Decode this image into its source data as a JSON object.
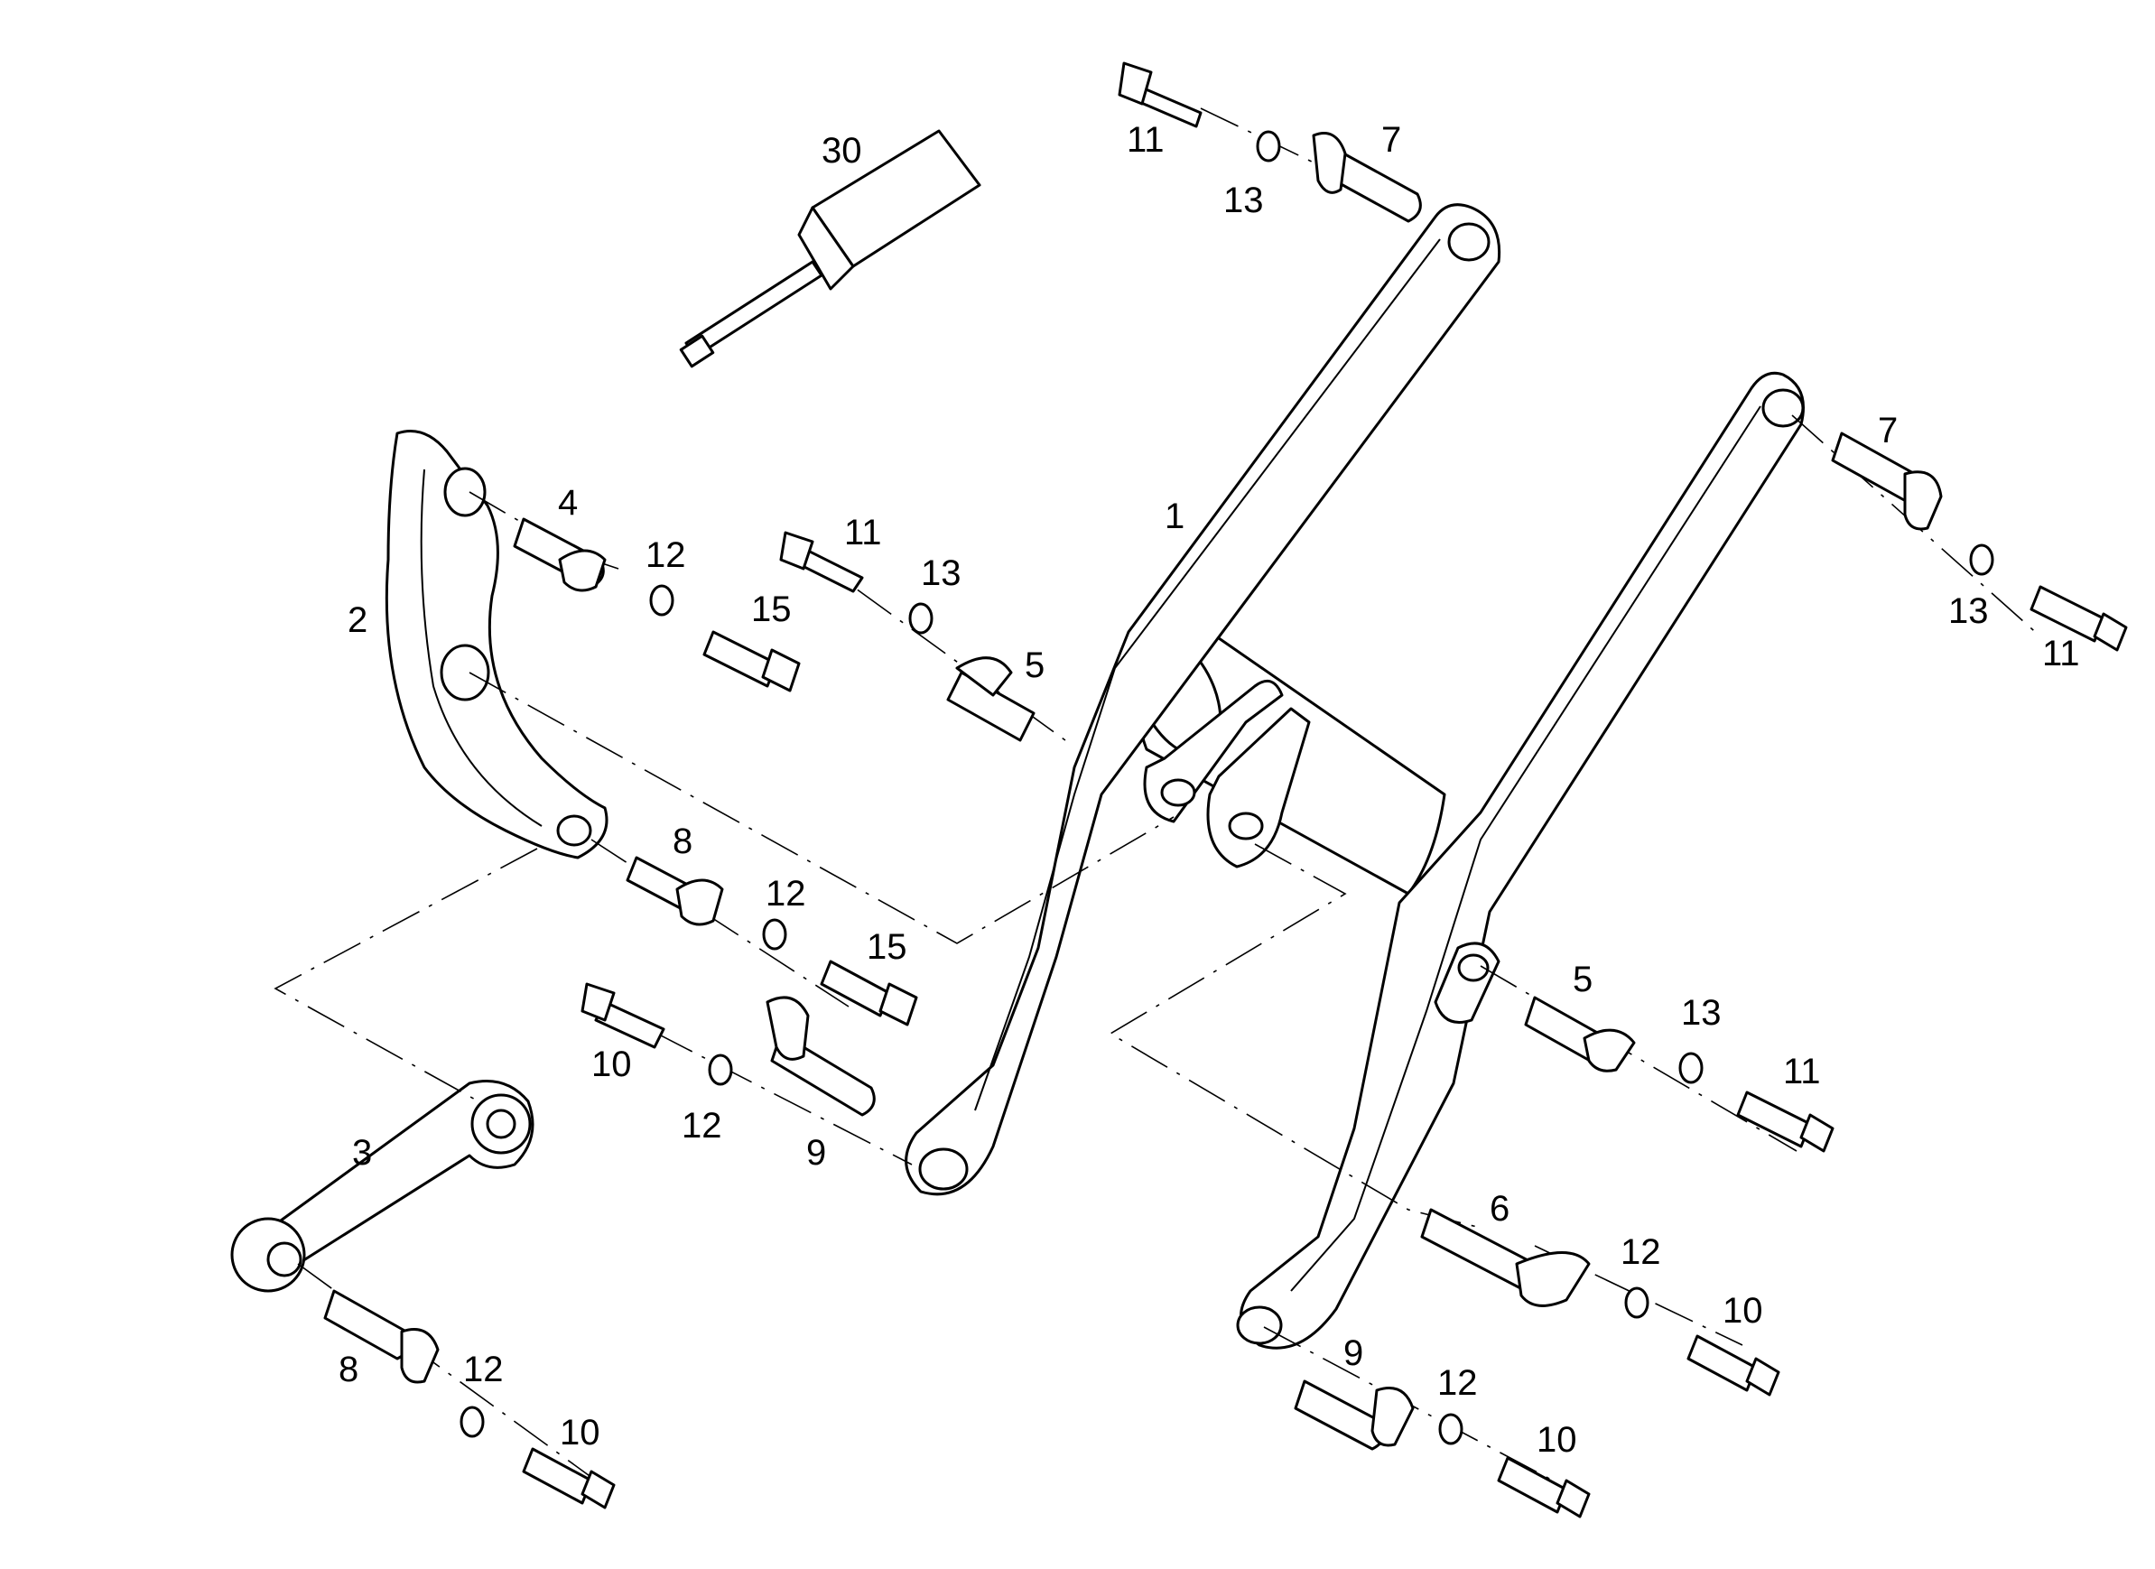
{
  "diagram": {
    "callouts": {
      "c1": "1",
      "c2": "2",
      "c3": "3",
      "c4": "4",
      "c5a": "5",
      "c5b": "5",
      "c6": "6",
      "c7a": "7",
      "c7b": "7",
      "c8a": "8",
      "c8b": "8",
      "c9a": "9",
      "c9b": "9",
      "c10a": "10",
      "c10b": "10",
      "c10c": "10",
      "c10d": "10",
      "c11a": "11",
      "c11b": "11",
      "c11c": "11",
      "c11d": "11",
      "c12a": "12",
      "c12b": "12",
      "c12c": "12",
      "c12d": "12",
      "c12e": "12",
      "c12f": "12",
      "c13a": "13",
      "c13b": "13",
      "c13c": "13",
      "c13d": "13",
      "c15a": "15",
      "c15b": "15",
      "c30": "30"
    },
    "parts": [
      "lift-arm-frame",
      "bell-crank",
      "link-rod",
      "pin",
      "washer",
      "bolt",
      "tool-holder"
    ]
  }
}
